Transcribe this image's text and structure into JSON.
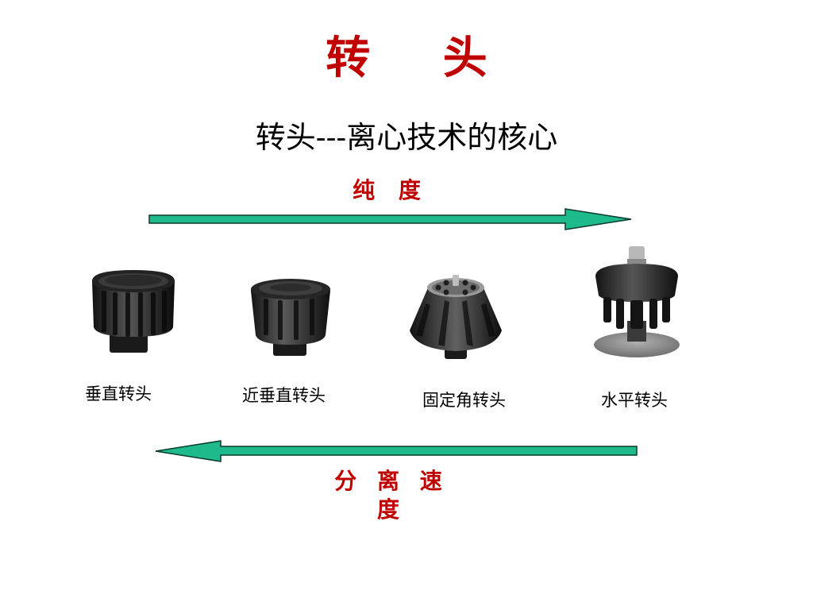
{
  "slide": {
    "title": "转 头",
    "subtitle": "转头---离心技术的核心",
    "purity_label": "纯 度",
    "speed_label": "分 离 速 度"
  },
  "rotors": [
    {
      "name": "垂直转头",
      "icon": "vertical-rotor-icon"
    },
    {
      "name": "近垂直转头",
      "icon": "near-vertical-rotor-icon"
    },
    {
      "name": "固定角转头",
      "icon": "fixed-angle-rotor-icon"
    },
    {
      "name": "水平转头",
      "icon": "swing-bucket-rotor-icon"
    }
  ],
  "colors": {
    "title": "#c00000",
    "label": "#c00000",
    "arrow_fill": "#1fba8c",
    "arrow_stroke": "#0b3a2c",
    "text": "#000000"
  }
}
